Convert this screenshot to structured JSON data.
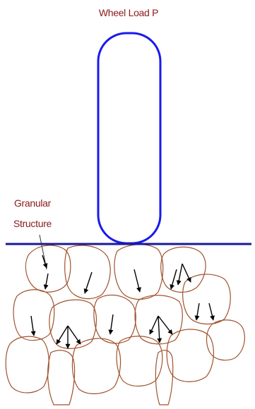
{
  "labels": {
    "wheel_load": "Wheel Load P",
    "granular_line1": "Granular",
    "granular_line2": "Structure"
  },
  "colors": {
    "label": "#8b1a1a",
    "wheel": "#1a1aee",
    "surface": "#1a1a99",
    "grain": "#a0522d",
    "arrow": "#000000"
  },
  "icons": {
    "wheel": "wheel-icon",
    "grain": "grain-icon",
    "force_arrow": "force-arrow-icon"
  }
}
